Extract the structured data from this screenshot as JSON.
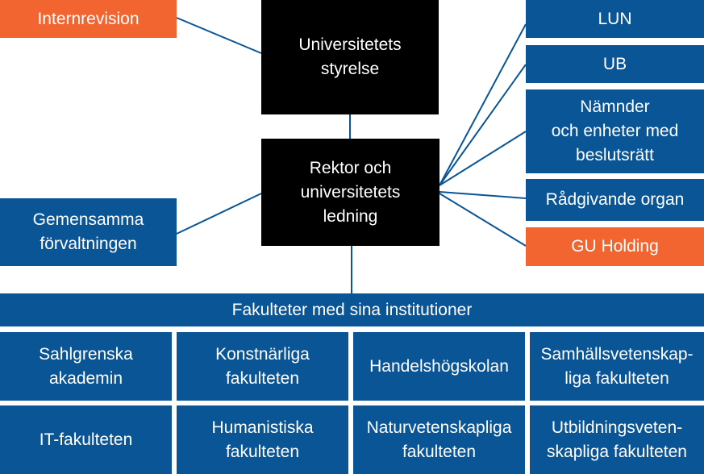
{
  "colors": {
    "primary": "#0a5595",
    "leadership": "#000000",
    "highlight": "#f26530",
    "connector": "#0a5595"
  },
  "board": "Universitetets\nstyrelse",
  "rector": "Rektor och\nuniversitetets\nledning",
  "internal_audit": "Internrevision",
  "admin": "Gemensamma\nförvaltningen",
  "right_units": [
    "LUN",
    "UB",
    "Nämnder\noch enheter med\nbeslutsrätt",
    "Rådgivande organ",
    "GU Holding"
  ],
  "faculties_header": "Fakulteter med sina institutioner",
  "faculties": [
    "Sahlgrenska\nakademin",
    "Konstnärliga\nfakulteten",
    "Handelshögskolan",
    "Samhällsvetenskap-\nliga fakulteten",
    "IT-fakulteten",
    "Humanistiska\nfakulteten",
    "Naturvetenskapliga\nfakulteten",
    "Utbildningsveten-\nskapliga fakulteten"
  ]
}
